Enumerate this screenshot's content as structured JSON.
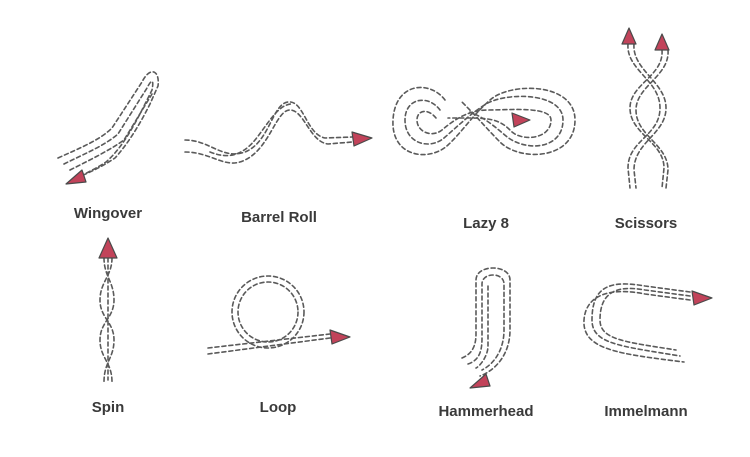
{
  "maneuvers": [
    {
      "id": "wingover",
      "label": "Wingover",
      "icon": "wingover-path-icon"
    },
    {
      "id": "barrel-roll",
      "label": "Barrel Roll",
      "icon": "barrel-roll-path-icon"
    },
    {
      "id": "lazy-8",
      "label": "Lazy 8",
      "icon": "lazy-8-path-icon"
    },
    {
      "id": "scissors",
      "label": "Scissors",
      "icon": "scissors-path-icon"
    },
    {
      "id": "spin",
      "label": "Spin",
      "icon": "spin-path-icon"
    },
    {
      "id": "loop",
      "label": "Loop",
      "icon": "loop-path-icon"
    },
    {
      "id": "hammerhead",
      "label": "Hammerhead",
      "icon": "hammerhead-path-icon"
    },
    {
      "id": "immelmann",
      "label": "Immelmann",
      "icon": "immelmann-path-icon"
    }
  ],
  "colors": {
    "path": "#5a5a5a",
    "arrowhead": "#c2435a",
    "label": "#3a3a3a"
  }
}
